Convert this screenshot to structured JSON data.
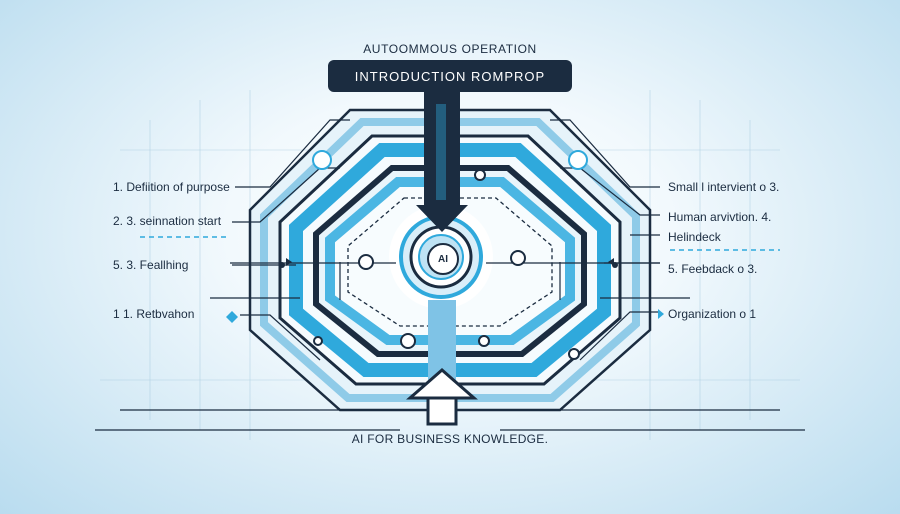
{
  "header": {
    "subtitle": "AUTOOMMOUS OPERATION",
    "banner": "INTRODUCTION ROMPROP"
  },
  "core": {
    "label": "AI"
  },
  "footer": {
    "title": "AI FOR BUSINESS KNOWLEDGE."
  },
  "left_items": [
    {
      "text": "1.  Defiition of purpose"
    },
    {
      "text": "2.   3. ѕeinnation start"
    },
    {
      "text": "5.     3.       Feallhing"
    },
    {
      "text": "1     1.       Retbvahon"
    }
  ],
  "right_items": [
    {
      "text": "Small l intervient      o    3."
    },
    {
      "text": "Human arvivtion.    4."
    },
    {
      "text": "Helindeck"
    },
    {
      "text": "5. Feebdack          o    3."
    },
    {
      "text": "Organization             o    1"
    }
  ],
  "colors": {
    "navy": "#1b2c40",
    "accent": "#2fa9dc",
    "light_accent": "#8fcbe8",
    "pale": "#d5ecf7"
  },
  "icons": [
    "arrow-down-icon",
    "arrow-up-icon",
    "node-dot-icon",
    "marker-diamond-icon",
    "small-badge-icon"
  ]
}
